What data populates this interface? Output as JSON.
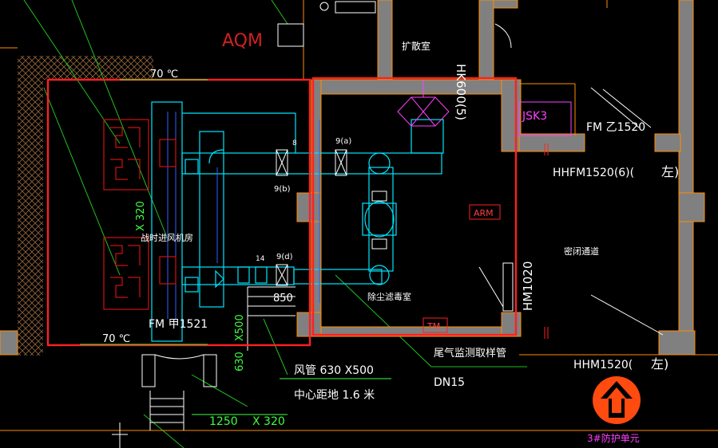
{
  "colors": {
    "background": "#000000",
    "wall": "#808080",
    "wall_edge": "#ff8c00",
    "duct": "#00e5ff",
    "highlight": "#ff2020",
    "equipment_red": "#d01010",
    "leader": "#20c020",
    "text_white": "#ffffff",
    "text_cyan": "#00e5ff",
    "text_green": "#40ff40",
    "text_magenta": "#ff40ff",
    "blue_line": "#3060ff",
    "logo_orange": "#ff4a10"
  },
  "labels": {
    "aqm": "AQM",
    "expansion_room": "扩散室",
    "hk_label": "HK600(5)",
    "jsk": "JSK3",
    "fm_b": "FM 乙1520",
    "hhfm_top": "HHFM1520(6)(",
    "left_top": "左)",
    "arm": "ARM",
    "closed_passage": "密闭通道",
    "hm_door": "HM1020",
    "hhm_bottom": "HHM1520(",
    "left_bottom": "左)",
    "unit_label": "3#防护单元",
    "temp_top": "70 ℃",
    "temp_bottom": "70 ℃",
    "dim_x320_v": "X 320",
    "fan_room": "战时进风机房",
    "fm_a": "FM 甲1521",
    "dim_x500_v": "X500",
    "dim_630_v": "630",
    "dim_1250": "1250",
    "dim_x320_h": "X 320",
    "valve_9a": "9(a)",
    "valve_9b": "9(b)",
    "valve_9d": "9(d)",
    "valve_8": "8",
    "valve_14": "14",
    "dim_850": "850",
    "dust_room": "除尘滤毒室",
    "tm": "TM",
    "exhaust_pipe": "尾气监测取样管",
    "dn15": "DN15",
    "duct_size": "风管 630  X500",
    "center_height": "中心距地  1.6  米"
  }
}
